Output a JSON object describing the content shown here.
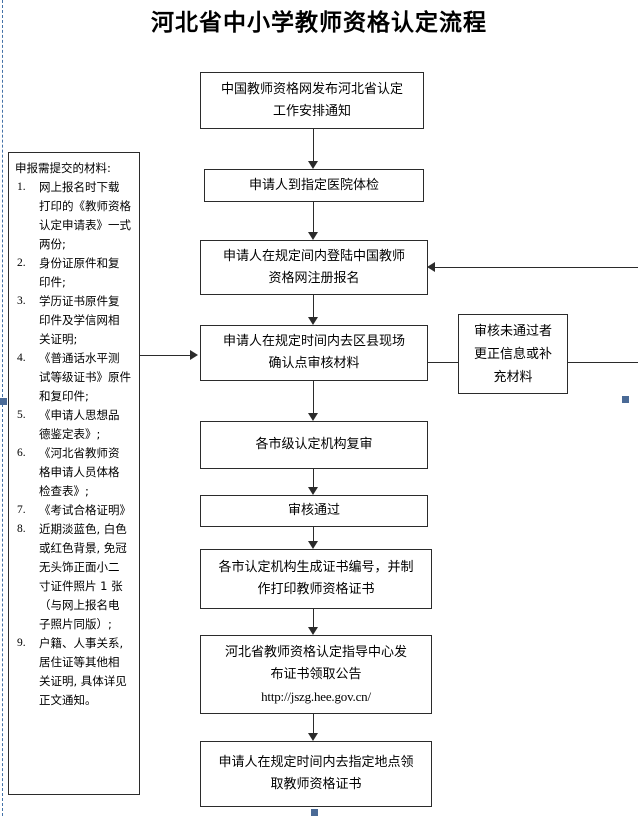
{
  "page": {
    "title": "河北省中小学教师资格认定流程"
  },
  "sidebar": {
    "heading": "申报需提交的材料:",
    "items": [
      {
        "num": "1.",
        "lines": [
          "网上报名时下载",
          "打印的《教师资格",
          "认定申请表》一式",
          "两份;"
        ]
      },
      {
        "num": "2.",
        "lines": [
          "身份证原件和复",
          "印件;"
        ]
      },
      {
        "num": "3.",
        "lines": [
          "学历证书原件复",
          "印件及学信网相",
          "关证明;"
        ]
      },
      {
        "num": "4.",
        "lines": [
          "《普通话水平测",
          "试等级证书》原件",
          "和复印件;"
        ]
      },
      {
        "num": "5.",
        "lines": [
          "《申请人思想品",
          "德鉴定表》;"
        ]
      },
      {
        "num": "6.",
        "lines": [
          "《河北省教师资",
          "格申请人员体格",
          "检查表》;"
        ]
      },
      {
        "num": "7.",
        "lines": [
          "《考试合格证明》"
        ]
      },
      {
        "num": "8.",
        "lines": [
          "近期淡蓝色, 白色",
          "或红色背景, 免冠",
          "无头饰正面小二",
          "寸证件照片 1 张",
          "（与网上报名电",
          "子照片同版）;"
        ]
      },
      {
        "num": "9.",
        "lines": [
          "户籍、人事关系,",
          "居住证等其他相",
          "关证明, 具体详见",
          "正文通知。"
        ]
      }
    ]
  },
  "flow": {
    "nodes": [
      {
        "id": "notice",
        "lines": [
          "中国教师资格网发布河北省认定",
          "工作安排通知"
        ]
      },
      {
        "id": "medical",
        "lines": [
          "申请人到指定医院体检"
        ]
      },
      {
        "id": "register",
        "lines": [
          "申请人在规定间内登陆中国教师",
          "资格网注册报名"
        ]
      },
      {
        "id": "onsite-check",
        "lines": [
          "申请人在规定时间内去区县现场",
          "确认点审核材料"
        ]
      },
      {
        "id": "city-review",
        "lines": [
          "各市级认定机构复审"
        ]
      },
      {
        "id": "approved",
        "lines": [
          "审核通过"
        ]
      },
      {
        "id": "make-cert",
        "lines": [
          "各市认定机构生成证书编号，并制",
          "作打印教师资格证书"
        ]
      },
      {
        "id": "announcement",
        "lines": [
          "河北省教师资格认定指导中心发",
          "布证书领取公告"
        ],
        "url": "http://jszg.hee.gov.cn/"
      },
      {
        "id": "collect-cert",
        "lines": [
          "申请人在规定时间内去指定地点领",
          "取教师资格证书"
        ]
      }
    ],
    "feedback": {
      "id": "rejected-fix",
      "lines": [
        "审核未通过者",
        "更正信息或补",
        "充材料"
      ]
    }
  },
  "colors": {
    "line": "#2b2b2b",
    "guide": "#4472a8",
    "handle": "#4a6a96",
    "background": "#ffffff"
  }
}
